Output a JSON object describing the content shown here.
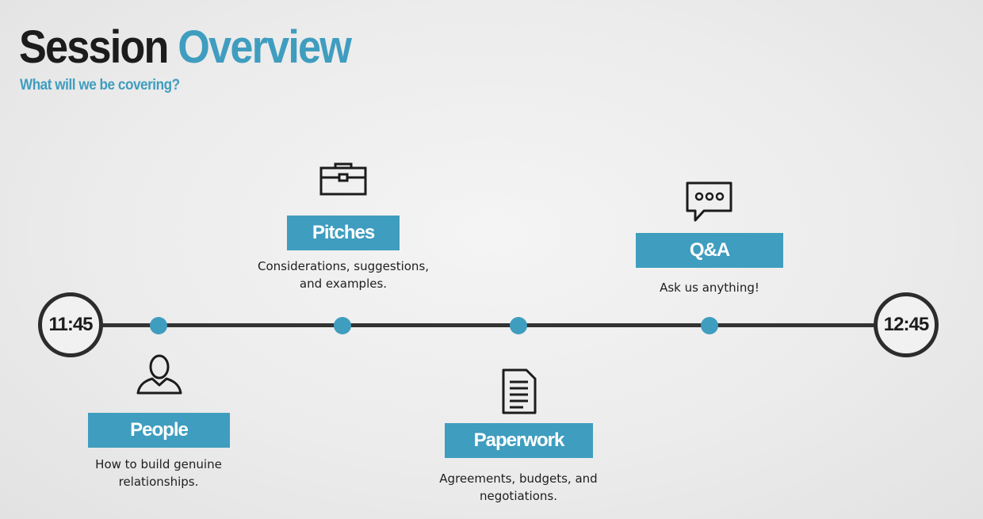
{
  "header": {
    "title_part1": "Session",
    "title_part2": "Overview",
    "subtitle": "What will we be covering?"
  },
  "timeline": {
    "start_time": "11:45",
    "end_time": "12:45"
  },
  "topics": [
    {
      "label": "People",
      "icon": "person-icon",
      "desc_line1": "How to build genuine",
      "desc_line2": "relationships."
    },
    {
      "label": "Pitches",
      "icon": "briefcase-icon",
      "desc_line1": "Considerations, suggestions,",
      "desc_line2": "and examples."
    },
    {
      "label": "Paperwork",
      "icon": "document-icon",
      "desc_line1": "Agreements, budgets, and",
      "desc_line2": "negotiations."
    },
    {
      "label": "Q&A",
      "icon": "chat-bubble-icon",
      "desc_line1": "Ask us anything!"
    }
  ],
  "colors": {
    "accent": "#3f9dbf",
    "dark": "#1c1c1c",
    "line": "#333333"
  }
}
